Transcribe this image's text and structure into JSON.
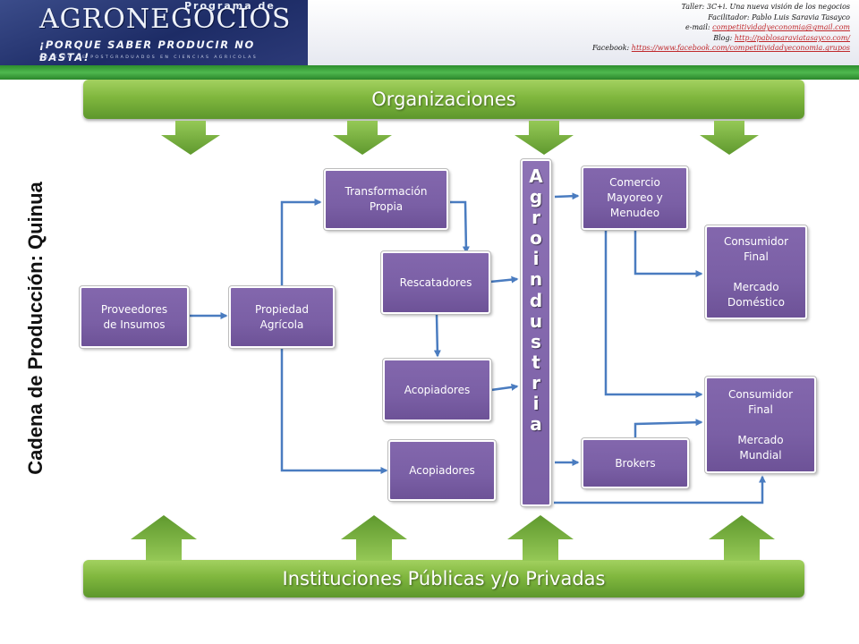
{
  "header": {
    "logo": {
      "prefix": "Programa de",
      "name": "AGRONEGOCIOS",
      "slogan": "¡PORQUE SABER PRODUCIR NO BASTA!",
      "sub": "COLEGIO DE POSTGRADUADOS EN CIENCIAS AGRICOLAS"
    },
    "info": {
      "line1": "Taller: 3C+i. Una nueva visión de los negocios",
      "line2": "Facilitador: Pablo Luis Saravia Tasayco",
      "email_label": "e-mail: ",
      "email": "competitividadyeconomia@gmail.com",
      "blog_label": "Blog: ",
      "blog": "http://pablosaraviatasayco.com/",
      "facebook_label": "Facebook: ",
      "facebook": "https://www.facebook.com/competitividadyeconomia.grupos"
    }
  },
  "side_title": "Cadena de Producción: Quinua",
  "bars": {
    "top": "Organizaciones",
    "bottom": "Instituciones Públicas y/o Privadas"
  },
  "boxes": {
    "proveedores": "Proveedores\nde Insumos",
    "propiedad": "Propiedad\nAgrícola",
    "transformacion": "Transformación\nPropia",
    "rescatadores": "Rescatadores",
    "acopiadores1": "Acopiadores",
    "acopiadores2": "Acopiadores",
    "comercio": "Comercio\nMayoreo y\nMenudeo",
    "brokers": "Brokers",
    "consumidor_domestico": "Consumidor\nFinal\n\nMercado\nDoméstico",
    "consumidor_mundial": "Consumidor\nFinal\n\nMercado\nMundial"
  },
  "agroindustria_letters": [
    "A",
    "g",
    "r",
    "o",
    "i",
    "n",
    "d",
    "u",
    "s",
    "t",
    "r",
    "i",
    "a"
  ],
  "colors": {
    "box_purple": "#7a5fa5",
    "arrow_blue": "#4a7cc0",
    "bar_green": "#80b73e",
    "band_green": "#3ea53e"
  }
}
